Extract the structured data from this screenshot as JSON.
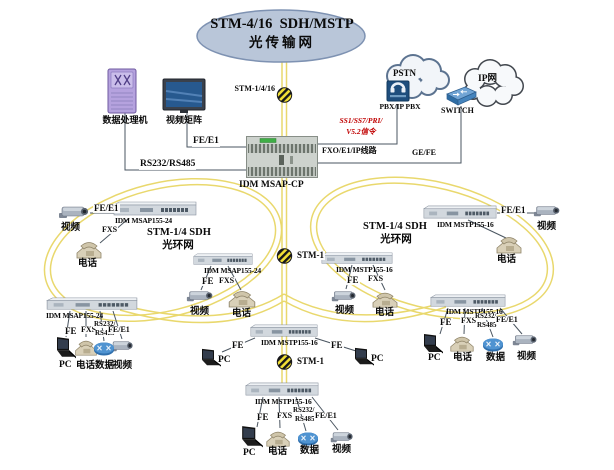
{
  "cloud": {
    "title_line1": "STM-4/16  SDH/MSTP",
    "title_line2": "光传输网"
  },
  "trunk": {
    "top_label": "STM-1/4/16",
    "mid_label": "STM-1",
    "bottom_label": "STM-1"
  },
  "access_left": {
    "data_processor": "数据处理机",
    "video_matrix": "视频矩阵",
    "fe_e1": "FE/E1",
    "rs232_rs485": "RS232/RS485"
  },
  "access_right": {
    "pstn": "PSTN",
    "pbx": "PBX/IP PBX",
    "ip_net": "IP网",
    "switch": "SWITCH",
    "signaling_line1": "SS1/SS7/PRI/",
    "signaling_line2": "V5.2信令",
    "fxo_line": "FXO/E1/IP线路",
    "ge_fe": "GE/FE"
  },
  "core": {
    "name": "IDM MSAP-CP"
  },
  "ring": {
    "title_line1": "STM-1/4 SDH",
    "title_line2": "光环网"
  },
  "devices": {
    "msap155_24": "IDM MSAP155-24",
    "mstp155_16": "IDM MSTP155-16"
  },
  "ports": {
    "fe": "FE",
    "fxs": "FXS",
    "fe_e1": "FE/E1",
    "rs232": "RS232/",
    "rs485": "RS485"
  },
  "terminals": {
    "video": "视频",
    "phone": "电话",
    "data": "数据",
    "pc": "PC"
  },
  "colors": {
    "fiber": "#e9d86d",
    "line": "#4a5560",
    "red_text": "#c00000",
    "cloud_fill": "#b9c6d9"
  }
}
